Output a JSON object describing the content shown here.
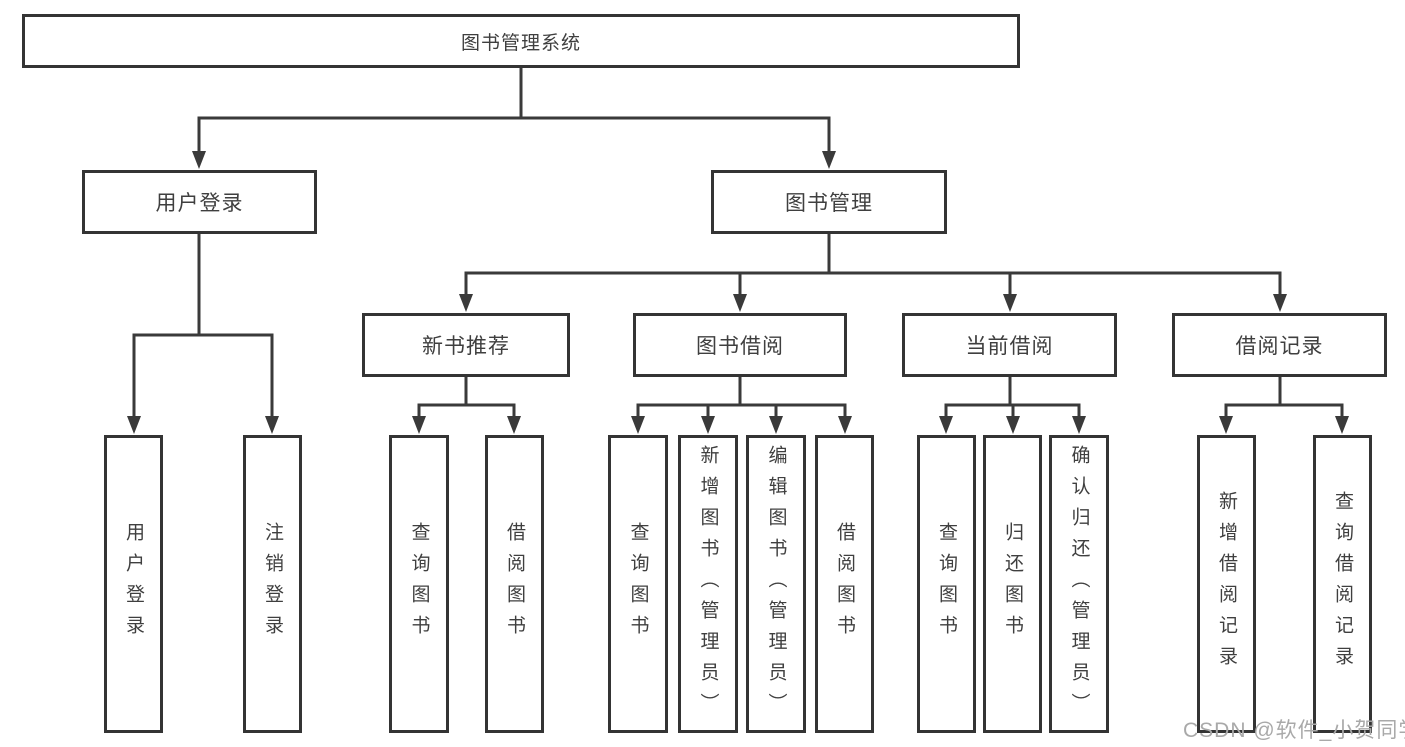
{
  "diagram": {
    "title": "图书管理系统",
    "branches": [
      {
        "label": "用户登录",
        "children": [
          {
            "label": "用户登录"
          },
          {
            "label": "注销登录"
          }
        ]
      },
      {
        "label": "图书管理",
        "children": [
          {
            "label": "新书推荐",
            "children": [
              {
                "label": "查询图书"
              },
              {
                "label": "借阅图书"
              }
            ]
          },
          {
            "label": "图书借阅",
            "children": [
              {
                "label": "查询图书"
              },
              {
                "label": "新增图书（管理员）"
              },
              {
                "label": "编辑图书（管理员）"
              },
              {
                "label": "借阅图书"
              }
            ]
          },
          {
            "label": "当前借阅",
            "children": [
              {
                "label": "查询图书"
              },
              {
                "label": "归还图书"
              },
              {
                "label": "确认归还（管理员）"
              }
            ]
          },
          {
            "label": "借阅记录",
            "children": [
              {
                "label": "新增借阅记录"
              },
              {
                "label": "查询借阅记录"
              }
            ]
          }
        ]
      }
    ]
  },
  "watermark": {
    "text": "CSDN @软件_小贺同学"
  },
  "colors": {
    "line": "#3a3a3a",
    "box_border": "#343434",
    "text": "#3f3f3f",
    "watermark": "#a9a9a9",
    "background": "#ffffff"
  }
}
